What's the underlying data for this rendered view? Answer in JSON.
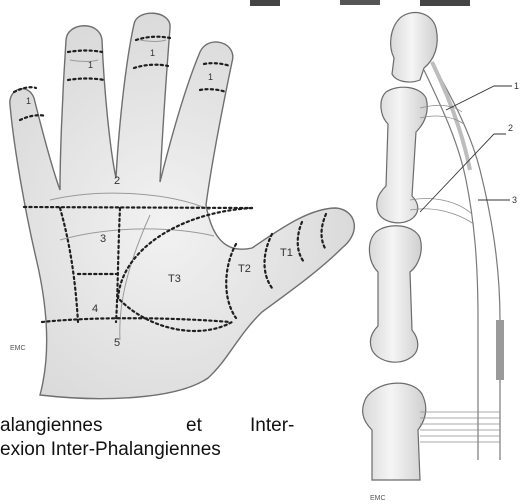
{
  "hand_diagram": {
    "zones": {
      "z1_little": "1",
      "z1_ring": "1",
      "z1_middle": "1",
      "z1_index": "1",
      "z2": "2",
      "z3": "3",
      "z4": "4",
      "z5": "5",
      "t1": "T1",
      "t2": "T2",
      "t3": "T3"
    },
    "credit": "EMC"
  },
  "finger_diagram": {
    "labels": [
      "1",
      "2",
      "3"
    ],
    "credit": "EMC"
  },
  "caption": {
    "line1_part1": "alangiennes",
    "line1_part2": "et",
    "line1_part3": "Inter-",
    "line2": "exion Inter-Phalangiennes"
  },
  "colors": {
    "ink": "#1a1a1a",
    "skin": "#e9e9e9",
    "bone": "#eeeeee",
    "tendon": "#f6f6f6",
    "accent": "#8a8a8a"
  }
}
